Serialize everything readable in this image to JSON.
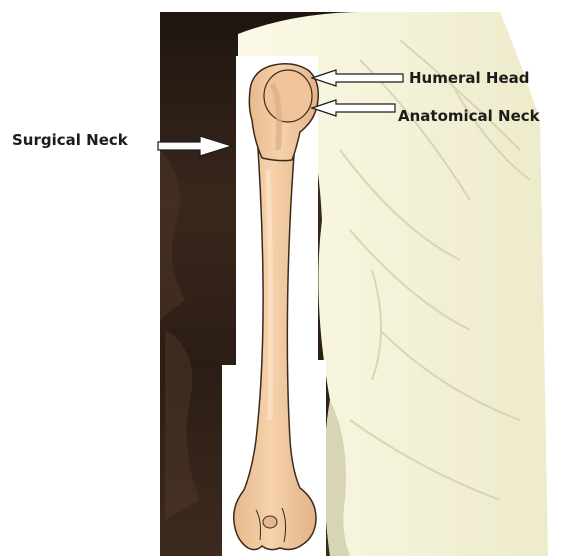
{
  "diagram": {
    "labels": {
      "humeral_head": "Humeral Head",
      "anatomical_neck": "Anatomical Neck",
      "surgical_neck": "Surgical Neck"
    }
  },
  "colors": {
    "bone": "#f2c89e",
    "bone_shadow": "#deb088",
    "bone_outline": "#3a2a1c",
    "shirt": "#f7f5df",
    "shirt_fold": "#d9d7b8",
    "dark_background": "#2a1c14",
    "cutout": "#ffffff",
    "arrow_outline": "#1c1c1c"
  },
  "icons": {
    "arrow": "hollow-double-line-arrow"
  }
}
